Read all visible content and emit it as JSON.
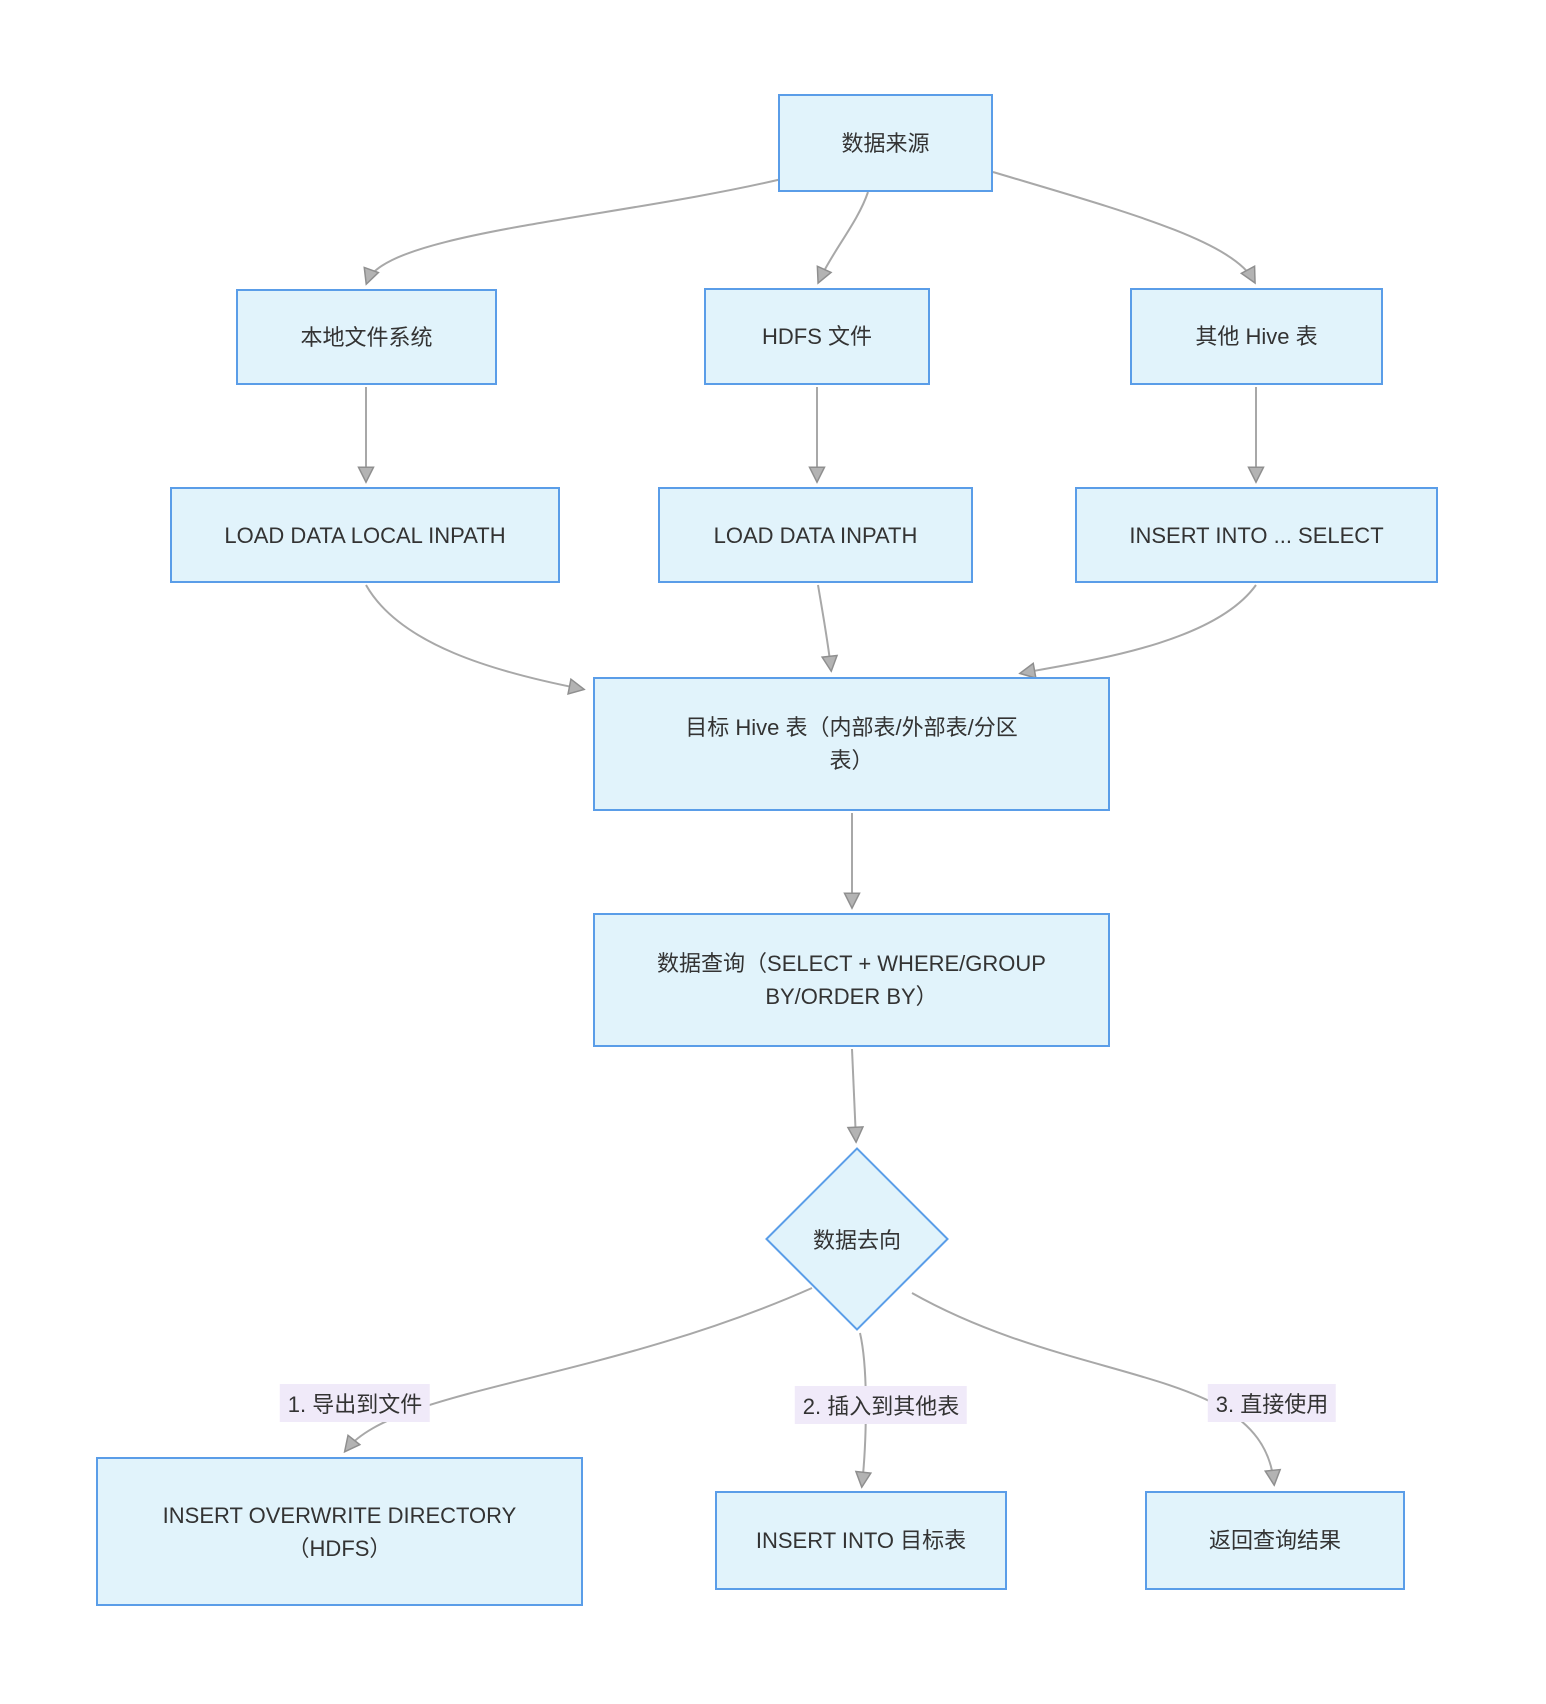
{
  "diagram": {
    "title_implicit": "Hive data flow diagram",
    "nodes": {
      "source": {
        "label": "数据来源"
      },
      "local_fs": {
        "label": "本地文件系统"
      },
      "hdfs_file": {
        "label": "HDFS 文件"
      },
      "other_hive": {
        "label": "其他 Hive 表"
      },
      "load_local": {
        "label": "LOAD DATA LOCAL INPATH"
      },
      "load_inpath": {
        "label": "LOAD DATA INPATH"
      },
      "insert_select": {
        "label": "INSERT INTO ... SELECT"
      },
      "target_table": {
        "label": "目标 Hive 表（内部表/外部表/分区\n表）"
      },
      "query": {
        "label": "数据查询（SELECT + WHERE/GROUP\nBY/ORDER BY）"
      },
      "destination": {
        "label": "数据去向"
      },
      "export_dir": {
        "label": "INSERT OVERWRITE DIRECTORY\n（HDFS）"
      },
      "insert_target": {
        "label": "INSERT INTO 目标表"
      },
      "return_result": {
        "label": "返回查询结果"
      }
    },
    "edge_labels": [
      "1. 导出到文件",
      "2. 插入到其他表",
      "3. 直接使用"
    ],
    "colors": {
      "node_fill": "#e1f3fb",
      "node_border": "#5a9de8",
      "edge": "#a8a8a8",
      "edge_label_bg": "#f0eaf9",
      "text": "#333333",
      "background": "#ffffff"
    }
  }
}
